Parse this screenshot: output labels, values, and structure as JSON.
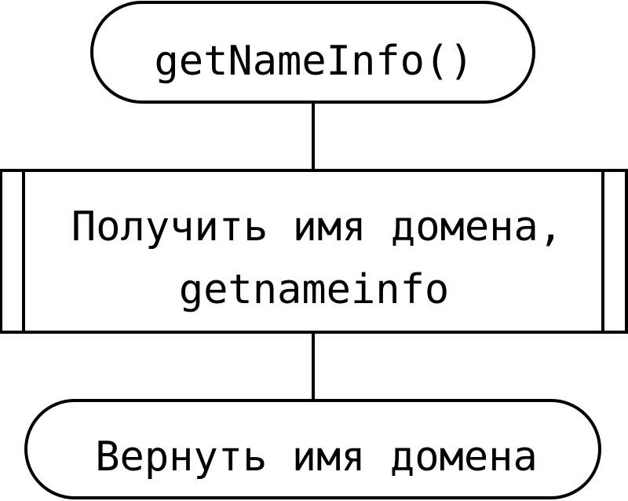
{
  "diagram": {
    "type": "flowchart",
    "start_node": {
      "shape": "terminator",
      "label": "getNameInfo()"
    },
    "process_node": {
      "shape": "predefined-process",
      "label_line1": "Получить имя домена,",
      "label_line2": "getnameinfo"
    },
    "end_node": {
      "shape": "terminator",
      "label": "Вернуть имя домена"
    },
    "colors": {
      "stroke": "#000000",
      "background": "#ffffff",
      "text": "#000000"
    }
  }
}
